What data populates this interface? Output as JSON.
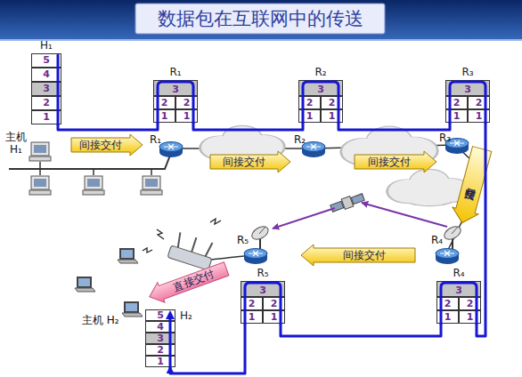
{
  "diagram": {
    "title": "数据包在互联网中的传送",
    "nodes": [
      {
        "text": [
          "H₁",
          "5",
          "4",
          "3",
          "2",
          "1"
        ]
      },
      {
        "text": [
          "R₁",
          "3",
          "2",
          "2",
          "1",
          "1"
        ]
      },
      {
        "text": [
          "R₂",
          "3",
          "2",
          "2",
          "1",
          "1"
        ]
      },
      {
        "text": [
          "R₃",
          "3",
          "2",
          "2",
          "1",
          "1"
        ]
      },
      {
        "text": [
          "间接交付"
        ]
      },
      {
        "text": [
          "间接交付"
        ]
      },
      {
        "text": [
          "间接交付"
        ]
      },
      {
        "text": [
          "间接交付"
        ]
      },
      {
        "text": [
          "间接交付"
        ]
      },
      {
        "text": [
          "直接交付"
        ]
      },
      {
        "text": [
          "R₅",
          "3",
          "2",
          "2",
          "1",
          "1"
        ]
      },
      {
        "text": [
          "R₄",
          "3",
          "2",
          "2",
          "1",
          "1"
        ]
      },
      {
        "text": [
          "H₂",
          "5",
          "4",
          "3",
          "2",
          "1"
        ]
      }
    ],
    "edges": [
      {
        "from": 0,
        "to": 1,
        "arrow": "none"
      },
      {
        "from": 1,
        "to": 2,
        "arrow": "none"
      },
      {
        "from": 2,
        "to": 3,
        "arrow": "none"
      },
      {
        "from": 3,
        "to": 11,
        "arrow": "none"
      },
      {
        "from": 11,
        "to": 10,
        "arrow": "none"
      },
      {
        "from": 10,
        "to": 12,
        "arrow": "to"
      }
    ],
    "labels": [
      "主机 H₁",
      "R₁",
      "R₂",
      "R₃",
      "R₅",
      "R₄",
      "主机 H₂"
    ]
  }
}
